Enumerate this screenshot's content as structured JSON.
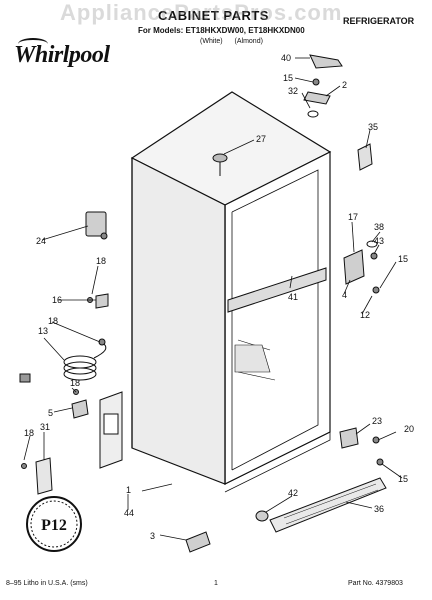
{
  "header": {
    "brand": "Whirlpool",
    "title": "CABINET PARTS",
    "category": "REFRIGERATOR",
    "models": "For Models: ET18HKXDW00, ET18HKXDN00",
    "colors": [
      "(White)",
      "(Almond)"
    ]
  },
  "watermark": "AppliancePartsPros.com",
  "badge": "P12",
  "footer": {
    "left": "8–95 Litho in U.S.A. (sms)",
    "page": "1",
    "part_no": "Part No. 4379803"
  },
  "callouts": [
    "40",
    "15",
    "2",
    "32",
    "27",
    "35",
    "24",
    "17",
    "38",
    "43",
    "15",
    "18",
    "41",
    "16",
    "4",
    "12",
    "18",
    "13",
    "18",
    "5",
    "23",
    "20",
    "18",
    "31",
    "15",
    "1",
    "42",
    "44",
    "36",
    "3"
  ]
}
